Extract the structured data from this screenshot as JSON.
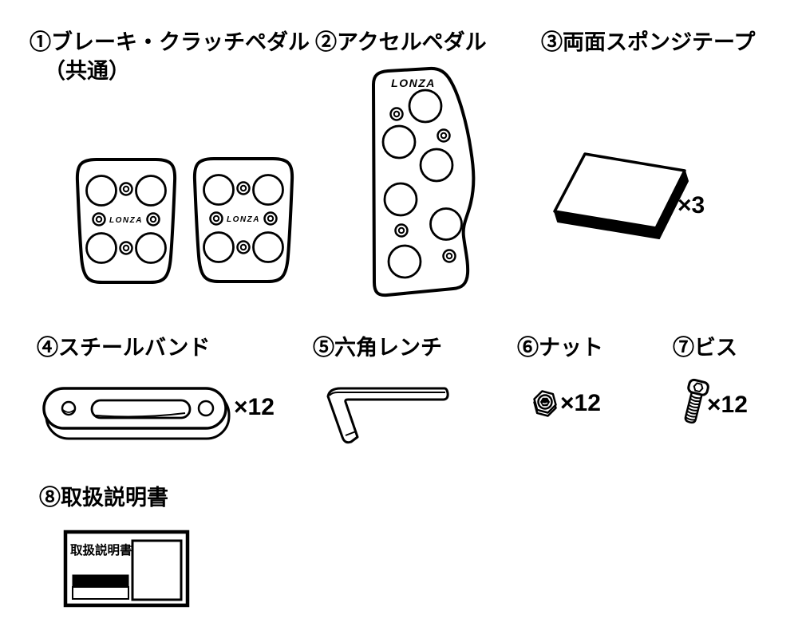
{
  "diagram": {
    "brand": "LONZA",
    "colors": {
      "line": "#000000",
      "background": "#ffffff"
    },
    "items": [
      {
        "label": "①ブレーキ・クラッチペダル",
        "label2": "（共通）"
      },
      {
        "label": "②アクセルペダル"
      },
      {
        "label": "③両面スポンジテープ",
        "qty": "×3"
      },
      {
        "label": "④スチールバンド",
        "qty": "×12"
      },
      {
        "label": "⑤六角レンチ"
      },
      {
        "label": "⑥ナット",
        "qty": "×12"
      },
      {
        "label": "⑦ビス",
        "qty": "×12"
      },
      {
        "label": "⑧取扱説明書",
        "cover_title": "取扱説明書"
      }
    ]
  }
}
